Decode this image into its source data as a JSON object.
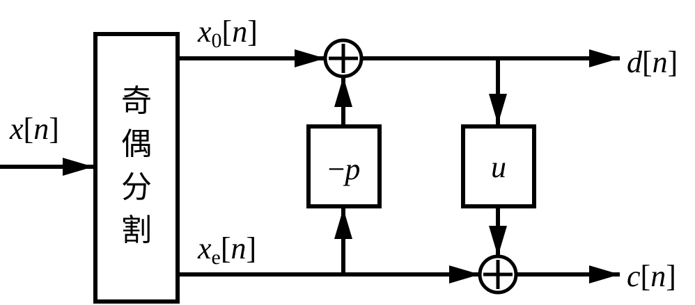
{
  "diagram": {
    "type": "block-diagram",
    "description": "Lifting scheme predict/update structure",
    "colors": {
      "stroke": "#000000",
      "background": "#ffffff"
    },
    "input": {
      "id": "x",
      "label_var": "x",
      "label_idx": "n"
    },
    "split_block": {
      "label_chars": [
        "奇",
        "偶",
        "分",
        "割"
      ],
      "label": "奇偶分割"
    },
    "signals": {
      "odd": {
        "var": "x",
        "sub": "0",
        "idx": "n"
      },
      "even": {
        "var": "x",
        "sub": "e",
        "idx": "n"
      }
    },
    "predict_block": {
      "label_sign": "−",
      "label_var": "p"
    },
    "update_block": {
      "label_var": "u"
    },
    "adders": [
      {
        "id": "adder-top",
        "symbol": "+"
      },
      {
        "id": "adder-bottom",
        "symbol": "+"
      }
    ],
    "outputs": {
      "detail": {
        "var": "d",
        "idx": "n"
      },
      "coarse": {
        "var": "c",
        "idx": "n"
      }
    },
    "edges": [
      {
        "from": "x",
        "to": "split_block"
      },
      {
        "from": "split_block",
        "to": "adder-top",
        "signal": "x0[n]"
      },
      {
        "from": "split_block",
        "to": "adder-bottom",
        "signal": "xe[n]"
      },
      {
        "from": "xe[n]",
        "to": "predict_block"
      },
      {
        "from": "predict_block",
        "to": "adder-top"
      },
      {
        "from": "adder-top",
        "to": "d[n]"
      },
      {
        "from": "d[n]",
        "to": "update_block"
      },
      {
        "from": "update_block",
        "to": "adder-bottom"
      },
      {
        "from": "adder-bottom",
        "to": "c[n]"
      }
    ]
  }
}
